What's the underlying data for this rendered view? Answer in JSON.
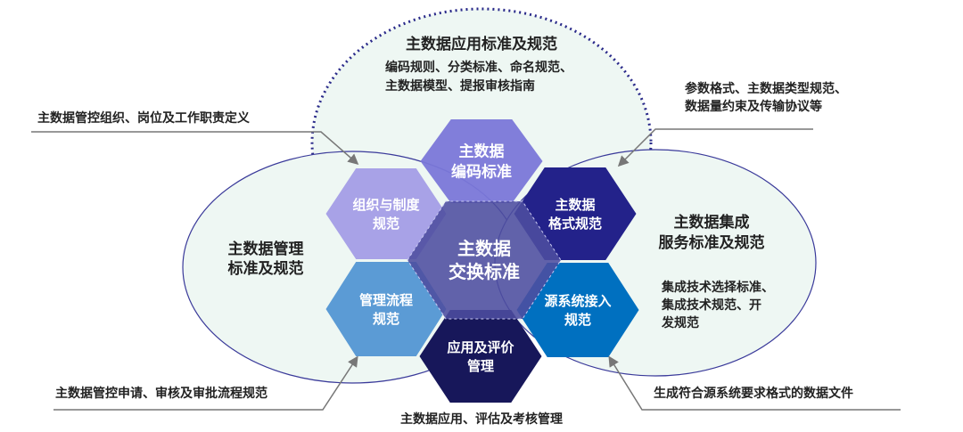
{
  "top_group": {
    "title": "主数据应用标准及规范",
    "lines": [
      "编码规则、分类标准、命名规范、",
      "主数据模型、提报审核指南"
    ]
  },
  "left_group": {
    "lines": [
      "主数据管理",
      "标准及规范"
    ]
  },
  "right_group": {
    "lines": [
      "主数据集成",
      "服务标准及规范"
    ],
    "detail": [
      "集成技术选择标准、",
      "集成技术规范、开",
      "发规范"
    ]
  },
  "hexagons": {
    "center": {
      "lines": [
        "主数据",
        "交换标准"
      ],
      "color": "#4d4d9f"
    },
    "top": {
      "lines": [
        "主数据",
        "编码标准"
      ],
      "color": "#7a77d8"
    },
    "upper_left": {
      "lines": [
        "组织与制度",
        "规范"
      ],
      "color": "#a39de6"
    },
    "upper_right": {
      "lines": [
        "主数据",
        "格式规范"
      ],
      "color": "#23228a"
    },
    "lower_left": {
      "lines": [
        "管理流程",
        "规范"
      ],
      "color": "#5b9bd5"
    },
    "lower_right": {
      "lines": [
        "源系统接入",
        "规范"
      ],
      "color": "#0070c0"
    },
    "bottom": {
      "lines": [
        "应用及评价",
        "管理"
      ],
      "color": "#17175a"
    }
  },
  "callouts": {
    "upper_left": "主数据管控组织、岗位及工作职责定义",
    "upper_right": [
      "参数格式、主数据类型规范、",
      "数据量约束及传输协议等"
    ],
    "lower_left": "主数据管控申请、审核及审批流程规范",
    "lower_right": "生成符合源系统要求格式的数据文件",
    "bottom": "主数据应用、评估及考核管理"
  }
}
